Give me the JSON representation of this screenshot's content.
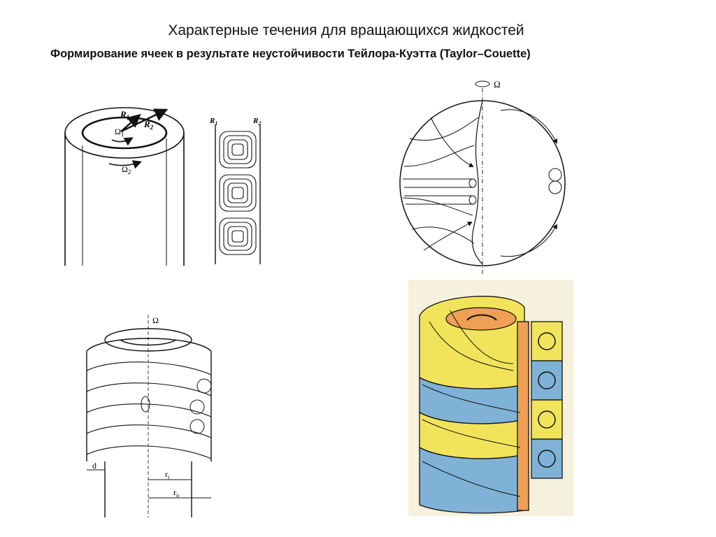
{
  "header": {
    "title": "Характерные течения для вращающихся жидкостей",
    "subtitle": "Формирование ячеек в результате неустойчивости Тейлора-Куэтта (Taylor–Couette)"
  },
  "figure1": {
    "label_r1": "R",
    "label_r1_sub": "1",
    "label_r2": "R",
    "label_r2_sub": "2",
    "label_omega1": "Ω",
    "label_omega1_sub": "1",
    "label_omega2": "Ω",
    "label_omega2_sub": "2"
  },
  "figure2": {
    "label_r1": "R",
    "label_r1_sub": "1",
    "label_r2": "R",
    "label_r2_sub": "2"
  },
  "figure3": {
    "label_omega": "Ω"
  },
  "figure4": {
    "label_omega": "Ω",
    "label_d": "d",
    "label_ri": "r",
    "label_ri_sub": "i",
    "label_ro": "r",
    "label_ro_sub": "o"
  },
  "colors": {
    "ink": "#111111",
    "yellow": "#f2e45a",
    "blue": "#7fb2d6",
    "orange": "#eea055",
    "paper": "#f5f1dc"
  }
}
